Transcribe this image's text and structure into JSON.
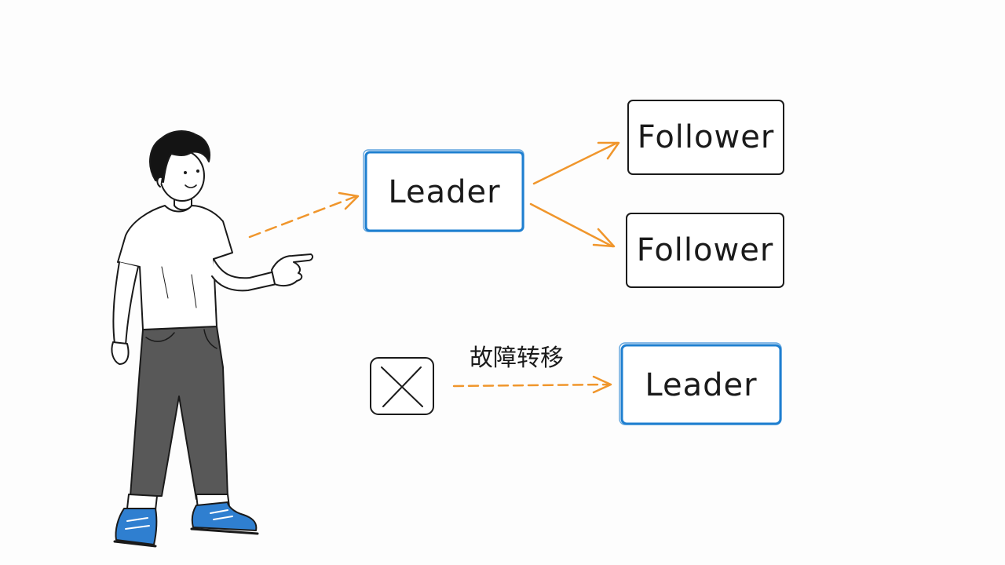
{
  "diagram": {
    "leader_top_label": "Leader",
    "follower_1_label": "Follower",
    "follower_2_label": "Follower",
    "failover_label": "故障转移",
    "leader_new_label": "Leader",
    "failed_node_icon": "x-icon",
    "colors": {
      "leader_border": "#1e7fd0",
      "arrow": "#f0962c",
      "ink": "#1a1a1a",
      "shoe": "#2f7fd0",
      "pants": "#585858"
    }
  }
}
